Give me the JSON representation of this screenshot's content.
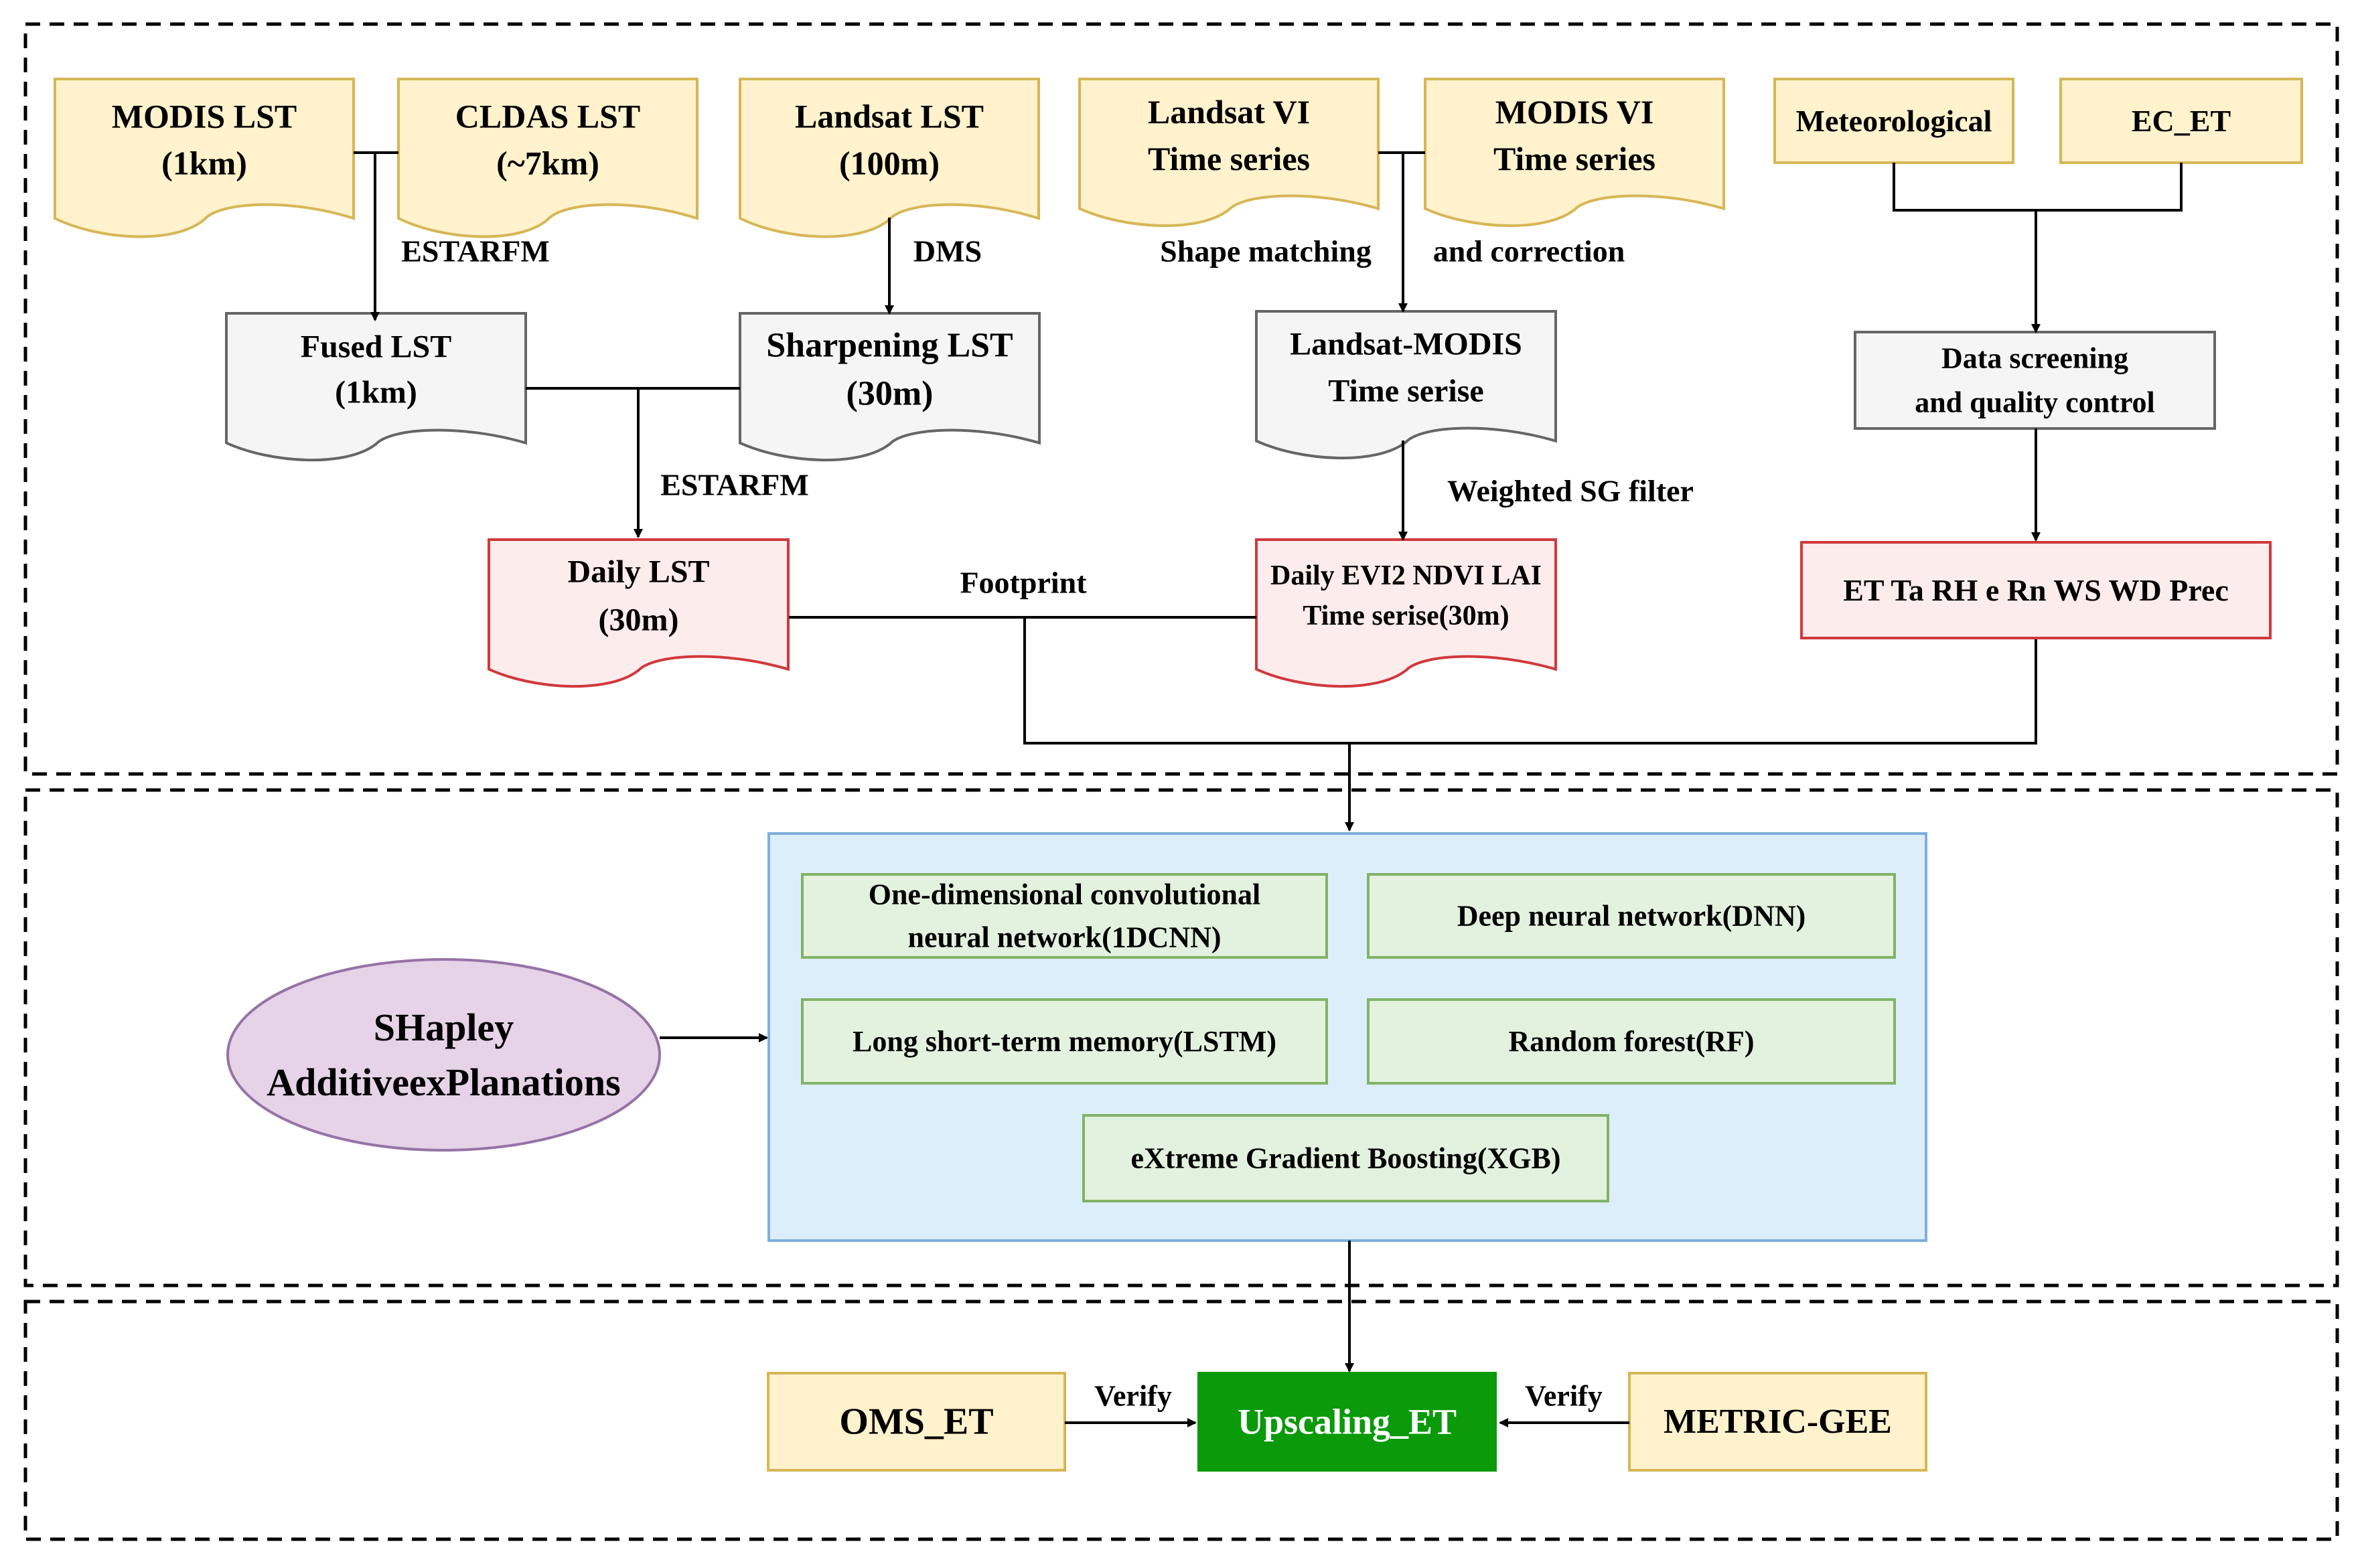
{
  "sources": {
    "modis_lst": [
      "MODIS LST",
      "(1km)"
    ],
    "cldas_lst": [
      "CLDAS LST",
      "(~7km)"
    ],
    "landsat_lst": [
      "Landsat LST",
      "(100m)"
    ],
    "landsat_vi": [
      "Landsat VI",
      "Time series"
    ],
    "modis_vi": [
      "MODIS VI",
      "Time series"
    ],
    "meteorological": [
      "Meteorological"
    ],
    "ec_et": [
      "EC_ET"
    ]
  },
  "intermediate": {
    "fused_lst": [
      "Fused LST",
      "(1km)"
    ],
    "sharpening_lst": [
      "Sharpening  LST",
      "(30m)"
    ],
    "landsat_modis": [
      "Landsat-MODIS",
      "Time serise"
    ],
    "data_screening": [
      "Data screening",
      "and quality control"
    ]
  },
  "products": {
    "daily_lst": [
      "Daily LST",
      "(30m)"
    ],
    "daily_vi": [
      "Daily EVI2 NDVI LAI",
      "Time serise(30m)"
    ],
    "met_vars": [
      "ET Ta RH e Rn WS WD Prec"
    ]
  },
  "arrow_labels": {
    "estarfm_1": "ESTARFM",
    "dms": "DMS",
    "shape_matching": "Shape matching",
    "and_correction": "and correction",
    "estarfm_2": "ESTARFM",
    "weighted_sg": "Weighted SG filter",
    "footprint": "Footprint",
    "verify_left": "Verify",
    "verify_right": "Verify"
  },
  "models": {
    "cnn": [
      "One-dimensional convolutional",
      "neural network(1DCNN)"
    ],
    "dnn": [
      "Deep neural network(DNN)"
    ],
    "lstm": [
      "Long short-term memory(LSTM)"
    ],
    "rf": [
      "Random forest(RF)"
    ],
    "xgb": [
      "eXtreme Gradient Boosting(XGB)"
    ]
  },
  "shap": [
    "SHapley",
    "AdditiveexPlanations"
  ],
  "validation": {
    "oms_et": [
      "OMS_ET"
    ],
    "upscaling_et": [
      "Upscaling_ET"
    ],
    "metric_gee": [
      "METRIC-GEE"
    ]
  },
  "colors": {
    "source_fill": "#fff2cc",
    "source_stroke": "#d6b656",
    "gray_fill": "#f5f5f5",
    "gray_stroke": "#666666",
    "red_fill": "#fdecec",
    "red_stroke": "#d0393d",
    "blue_fill": "#ddeefb",
    "blue_stroke": "#7eaedc",
    "green_fill": "#e3f1df",
    "green_stroke": "#82b366",
    "purple_fill": "#e6d3e8",
    "purple_stroke": "#9673a6",
    "upscaling_fill": "#0a9a0a",
    "upscaling_text": "#ffffff",
    "line": "#000000"
  }
}
